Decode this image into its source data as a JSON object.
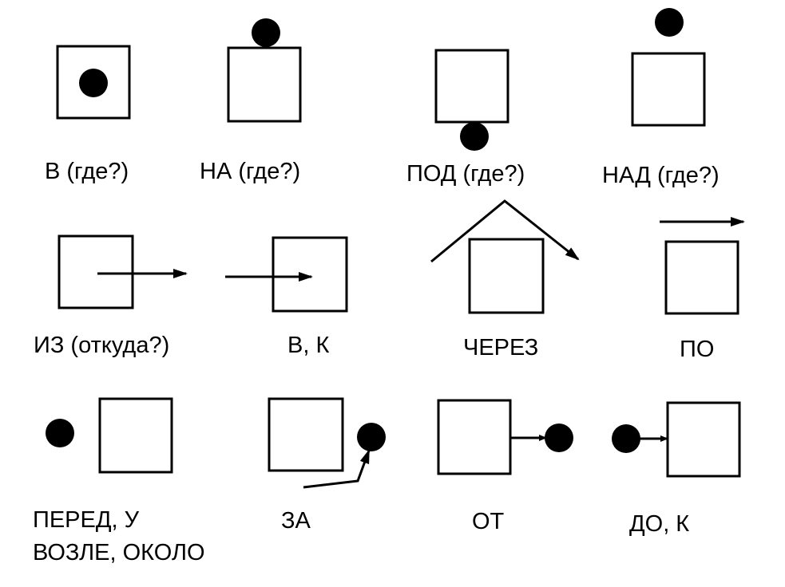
{
  "labels": {
    "v_gde": "В (где?)",
    "na_gde": "НА (где?)",
    "pod_gde": "ПОД (где?)",
    "nad_gde": "НАД (где?)",
    "iz_otkuda": "ИЗ (откуда?)",
    "v_k": "В, К",
    "cherez": "ЧЕРЕЗ",
    "po": "ПО",
    "pered_u": "ПЕРЕД, У",
    "vozle_okolo": "ВОЗЛЕ, ОКОЛО",
    "za": "ЗА",
    "ot": "ОТ",
    "do_k": "ДО, К"
  },
  "colors": {
    "ink": "#000000",
    "paper": "#ffffff"
  }
}
